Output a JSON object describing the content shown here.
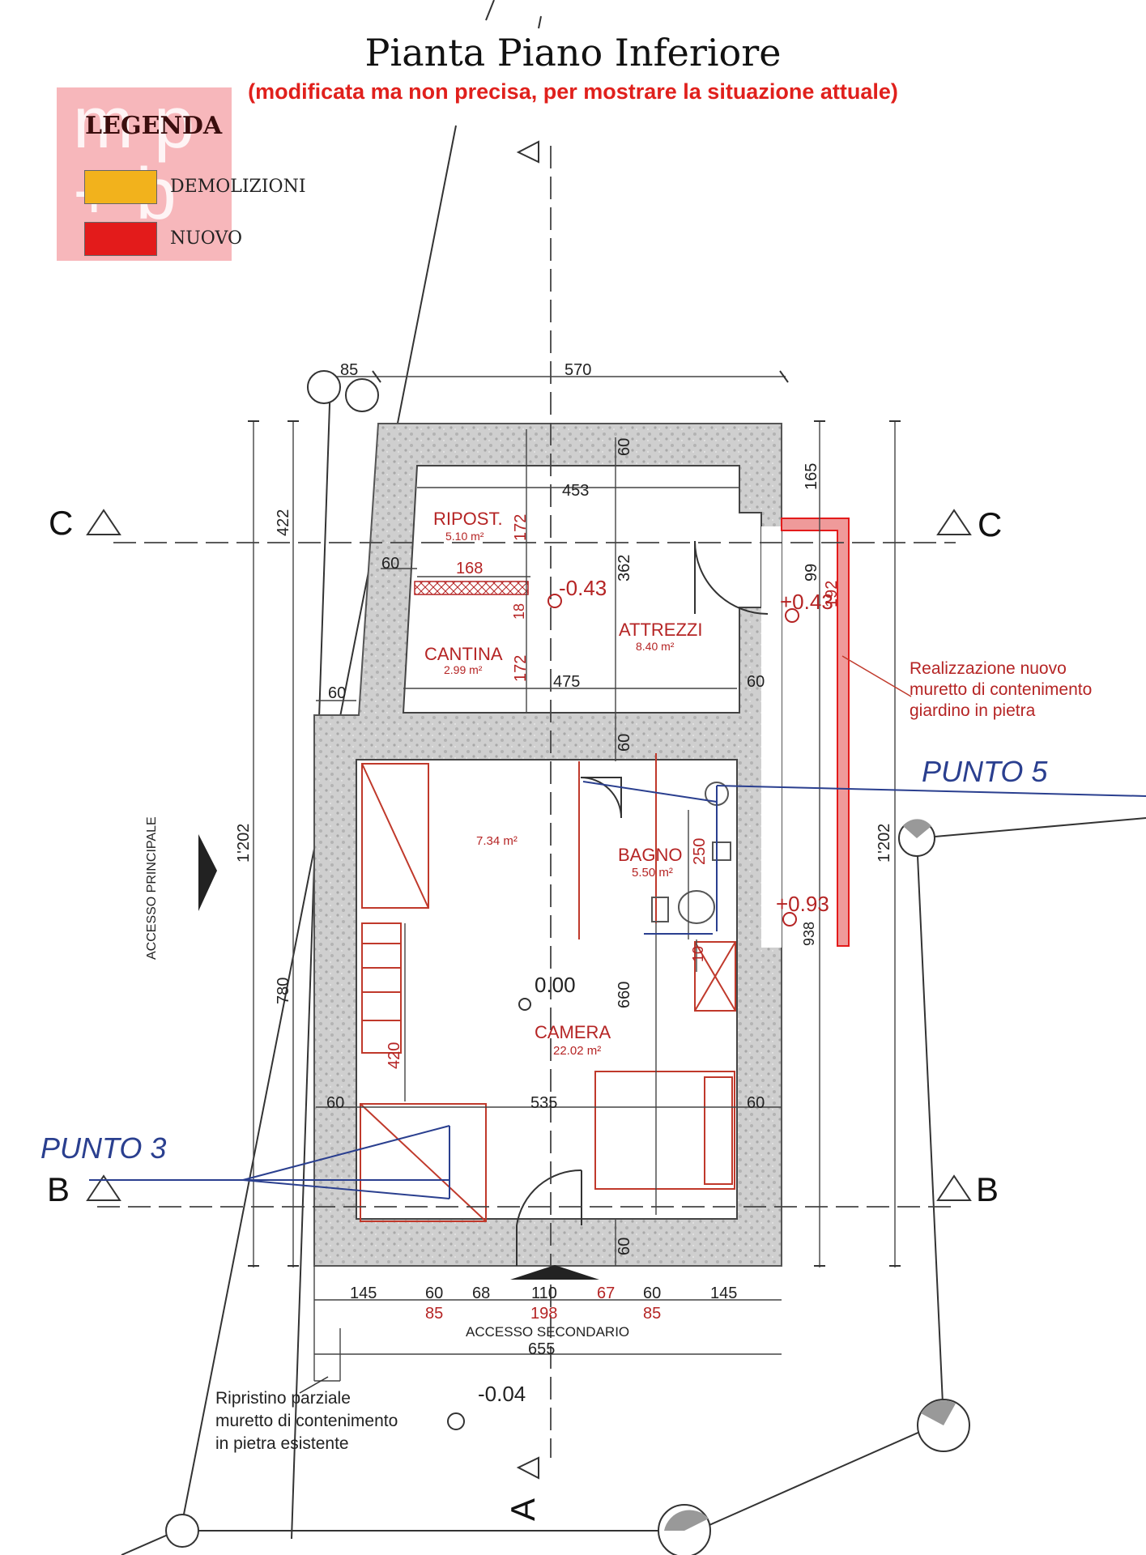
{
  "title": "Pianta Piano Inferiore",
  "subtitle": "(modificata ma non precisa, per mostrare la situazione attuale)",
  "logo": {
    "letters": "mp+p"
  },
  "legend": {
    "title": "LEGENDA",
    "items": [
      {
        "label": "DEMOLIZIONI",
        "color": "#f2b21c"
      },
      {
        "label": "NUOVO",
        "color": "#e31b1b"
      }
    ]
  },
  "rooms": {
    "ripost": {
      "name": "RIPOST.",
      "area": "5.10 m²"
    },
    "cantina": {
      "name": "CANTINA",
      "area": "2.99 m²"
    },
    "attrezzi": {
      "name": "ATTREZZI",
      "area": "8.40 m²"
    },
    "soggiorno": {
      "area": "7.34 m²"
    },
    "bagno": {
      "name": "BAGNO",
      "area": "5.50 m²"
    },
    "camera": {
      "name": "CAMERA",
      "area": "22.02 m²"
    }
  },
  "levels": {
    "upper_left": "-0.43",
    "upper_right": "+0.43",
    "right_mid": "+0.93",
    "center": "0.00",
    "outside": "-0.04"
  },
  "dimensions": {
    "top_offset": "85",
    "top_total": "570",
    "wall_top": "60",
    "inner_top": "453",
    "ripost_h": "172",
    "inner_h": "362",
    "left_wall": "60",
    "partition_len": "168",
    "partition_gap": "18",
    "cantina_h": "172",
    "inner_bottom": "475",
    "wall_right": "60",
    "left_step": "60",
    "wall_mid": "60",
    "left_outer_top": "422",
    "left_outer_total": "1'202",
    "left_outer_bottom": "780",
    "right_outer_total": "1'202",
    "right_top": "165",
    "right_mid": "99",
    "right_wall_len": "192",
    "right_bottom": "938",
    "bagno_h": "250",
    "bagno_step": "10",
    "camera_h": "660",
    "stair_len": "420",
    "wall_left_low": "60",
    "camera_w": "535",
    "wall_right_low": "60",
    "wall_bottom": "60",
    "b1": "145",
    "b2": "60",
    "b3": "68",
    "b4": "110",
    "b5": "67",
    "b6": "60",
    "b7": "145",
    "b8": "85",
    "b9": "198",
    "b10": "85",
    "total_bottom": "655"
  },
  "labels": {
    "accesso_principale": "ACCESSO PRINCIPALE",
    "accesso_secondario": "ACCESSO SECONDARIO",
    "section_c": "C",
    "section_b": "B",
    "section_a": "A",
    "punto5": "PUNTO 5",
    "punto3": "PUNTO 3",
    "note_right": [
      "Realizzazione nuovo",
      "muretto di contenimento",
      "giardino in pietra"
    ],
    "note_left": [
      "Ripristino parziale",
      "muretto di contenimento",
      "in pietra esistente"
    ]
  }
}
